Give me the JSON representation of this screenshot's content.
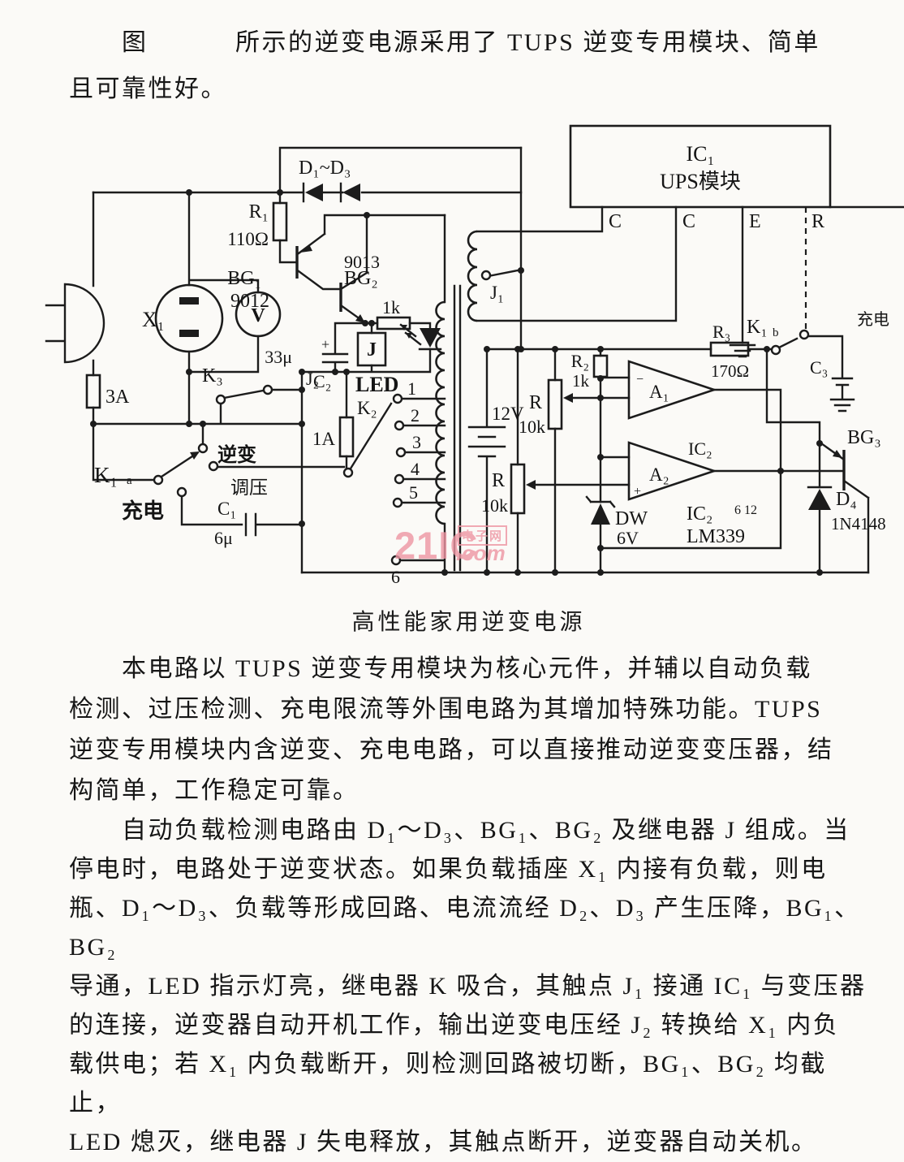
{
  "intro": "　　图　　　 所示的逆变电源采用了 TUPS 逆变专用模块、简单\n且可靠性好。",
  "caption": "高性能家用逆变电源",
  "para1": "　　本电路以 TUPS 逆变专用模块为核心元件，并辅以自动负载\n检测、过压检测、充电限流等外围电路为其增加特殊功能。TUPS\n逆变专用模块内含逆变、充电电路，可以直接推动逆变变压器，结\n构简单，工作稳定可靠。",
  "para2": "　　自动负载检测电路由 D₁～D₃、BG₁、BG₂ 及继电器 J 组成。当\n停电时，电路处于逆变状态。如果负载插座 X₁ 内接有负载，则电\n瓶、D₁～D₃、负载等形成回路、电流流经 D₂、D₃ 产生压降，BG₁、BG₂\n导通，LED 指示灯亮，继电器 K 吸合，其触点 J₁ 接通 IC₁ 与变压器\n的连接，逆变器自动开机工作，输出逆变电压经 J₂ 转换给 X₁ 内负\n载供电；若 X₁ 内负载断开，则检测回路被切断，BG₁、BG₂ 均截止，\nLED 熄灭，继电器 J 失电释放，其触点断开，逆变器自动关机。",
  "watermark": {
    "big": "21IC",
    "suffix": ".com",
    "badge": "电子网"
  },
  "sch": {
    "d1d3": "D₁~D₃",
    "r1": "R₁",
    "r1v": "110Ω",
    "bg1": "BG₁",
    "bg1t": "9012",
    "bg2": "BG₂",
    "bg2t": "9013",
    "x1": "X₁",
    "vm": "V",
    "c2": "C₂",
    "c2v": "33μ",
    "plus": "+",
    "r1k": "1k",
    "j": "J",
    "led": "LED",
    "k3": "K₃",
    "j2": "J₂",
    "k2": "K₂",
    "f1a": "1A",
    "f3a": "3A",
    "k1a": "K₁",
    "k1aSub": "a",
    "charge": "充电",
    "inv": "逆变",
    "reg": "调压",
    "c1": "C₁",
    "c1v": "6μ",
    "t1": "1",
    "t2": "2",
    "t3": "3",
    "t4": "4",
    "t5": "5",
    "t6": "6",
    "bat": "12V",
    "r5": "R",
    "r5v": "10k",
    "r6": "R",
    "r6v": "10k",
    "r2": "R₂",
    "r2v": "1k",
    "a1": "A₁",
    "a2": "A₂",
    "minus": "−",
    "plus2": "+",
    "ic2": "IC₂",
    "ic2b": "IC₂",
    "ic2pins": "6 12",
    "ic2t": "LM339",
    "bg3": "BG₃",
    "dw": "DW",
    "dwv": "6V",
    "d4": "D₄",
    "d4t": "1N4148",
    "r3": "R₃",
    "r3v": "170Ω",
    "k1b": "K₁",
    "k1bSub": "b",
    "c3": "C₃",
    "mode": "充电",
    "ic1": "IC₁",
    "ic1t": "UPS模块",
    "pc1": "C",
    "pc2": "C",
    "pe": "E",
    "pr": "R",
    "j1": "J₁"
  }
}
